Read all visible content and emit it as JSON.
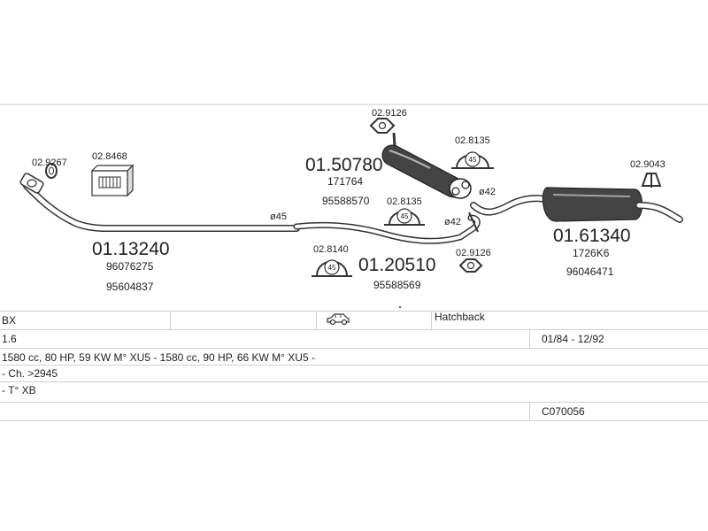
{
  "parts": {
    "front_pipe": "01.13240",
    "front_pipe_ref1": "96076275",
    "front_pipe_ref2": "95604837",
    "gasket": "02.9267",
    "mounting_kit": "02.8468",
    "diameter_front": "ø45",
    "middle_muffler": "01.50780",
    "middle_muffler_ref1": "171764",
    "middle_muffler_ref2": "95588570",
    "clamp_top": "02.9126",
    "clamp_a": "02.8135",
    "clamp_b": "02.8135",
    "diameter_mid1": "ø42",
    "diameter_mid2": "ø42",
    "inter_pipe": "01.20510",
    "inter_pipe_ref": "95588569",
    "clamp_c": "02.8140",
    "clamp_d": "02.9126",
    "rear_muffler": "01.61340",
    "rear_muffler_ref1": "1726K6",
    "rear_muffler_ref2": "96046471",
    "hanger": "02.9043",
    "clamp_num": "45"
  },
  "vehicle": {
    "model": "BX",
    "body_type": "Hatchback",
    "engine_size": "1.6",
    "production": "01/84 - 12/92",
    "engine_desc": "1580 cc, 80 HP, 59 KW M° XU5 - 1580 cc, 90 HP, 66 KW M° XU5 -",
    "chassis": "- Ch. >2945",
    "type_code": "- T° XB",
    "catalog_code": "C070056"
  },
  "icons": [
    "car-icon",
    "gasket-icon",
    "mounting-kit-icon",
    "clamp-icon",
    "rubber-hanger-icon"
  ]
}
